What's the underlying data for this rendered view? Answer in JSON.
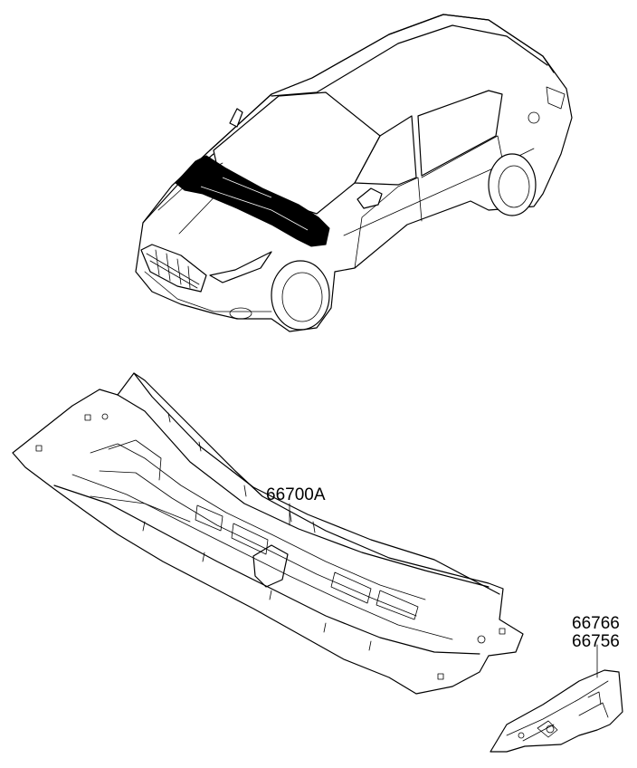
{
  "diagram": {
    "parts": [
      {
        "id": "cowl-panel",
        "labels": [
          "66700A"
        ]
      },
      {
        "id": "cowl-side-bracket",
        "labels": [
          "66766",
          "66756"
        ]
      }
    ],
    "colors": {
      "line": "#000000",
      "highlight": "#000000",
      "background": "#ffffff"
    }
  }
}
